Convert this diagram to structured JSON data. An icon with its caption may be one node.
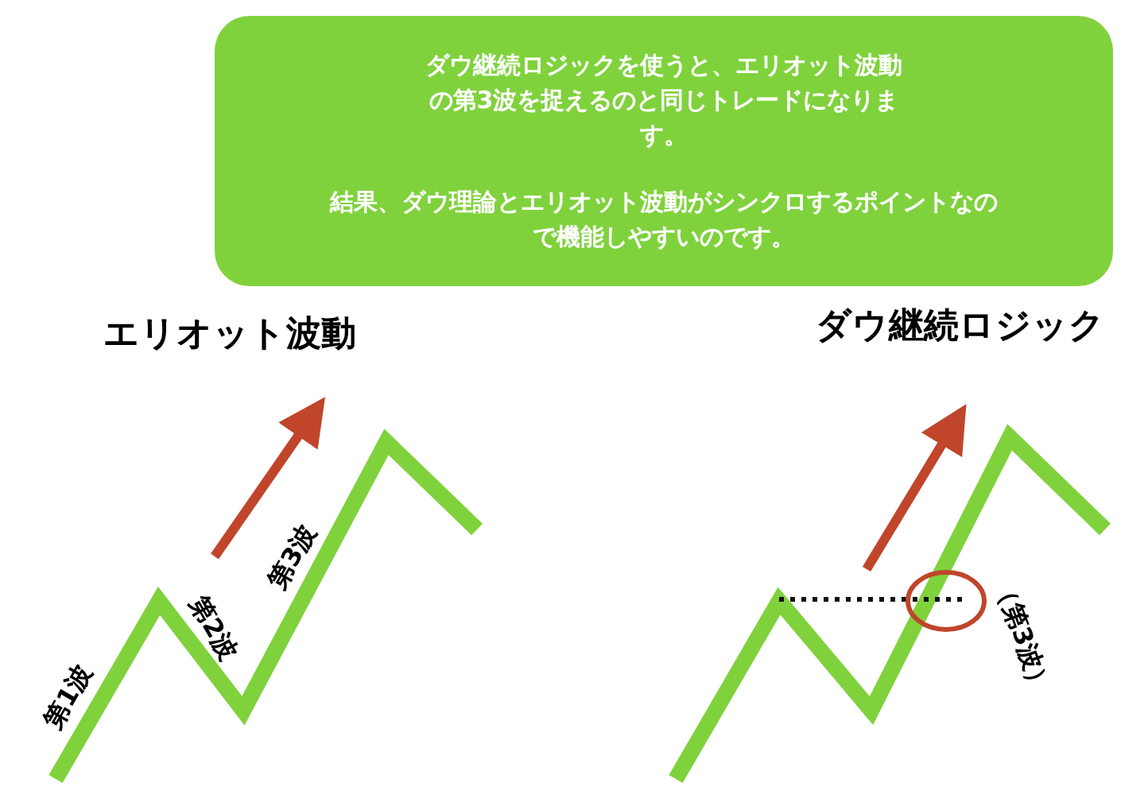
{
  "diagram": {
    "nodes": [
      {
        "text": [
          "ダウ継続ロジックを使うと、エリオット波動の第3波を捉えるのと同じトレードになります。",
          "結果、ダウ理論とエリオット波動がシンクロするポイントなので機能しやすいのです。"
        ]
      }
    ],
    "labels": [
      "エリオット波動",
      "ダウ継続ロジック",
      "第3波",
      "第2波",
      "第1波",
      "（第3波）"
    ]
  }
}
